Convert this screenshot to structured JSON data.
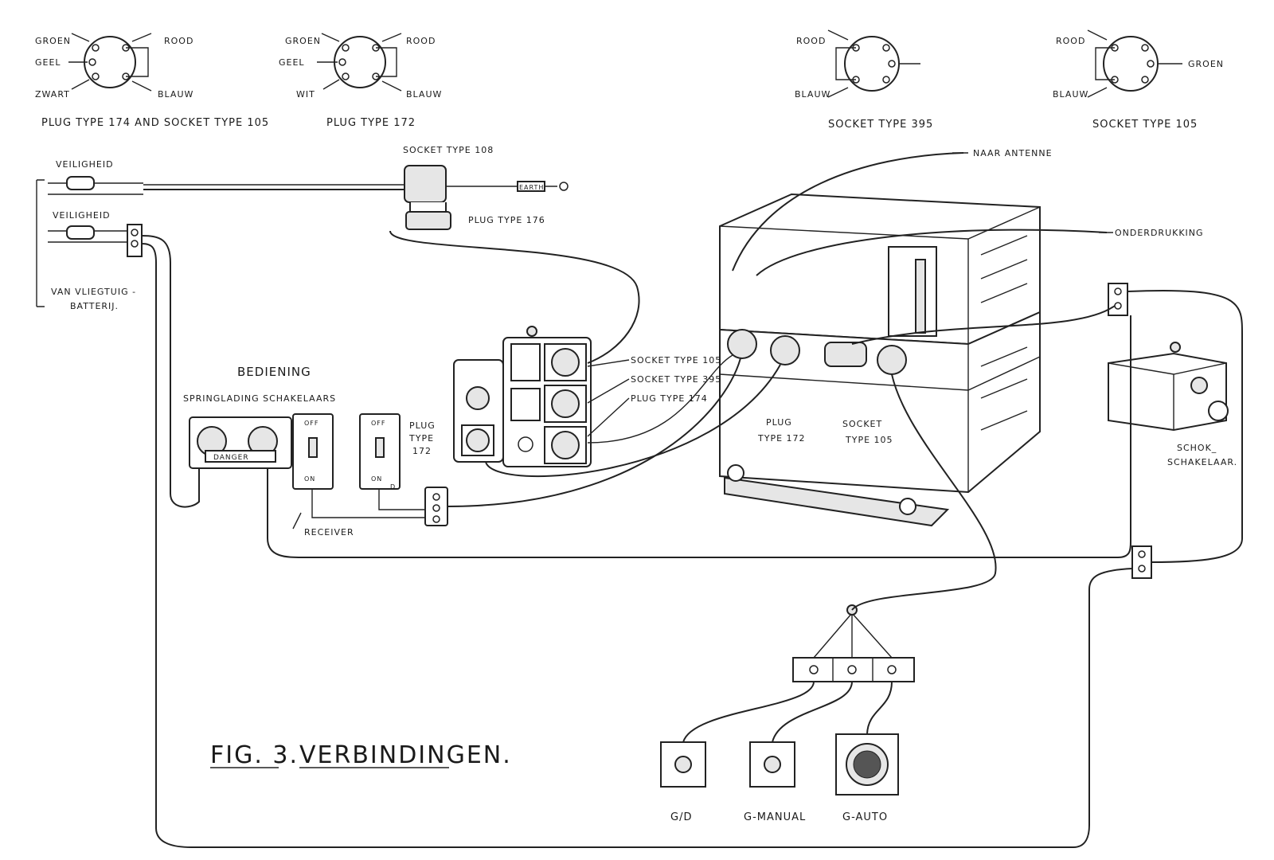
{
  "figure": {
    "title_prefix": "FIG. 3.",
    "title": "VERBINDINGEN."
  },
  "connectors": {
    "plug174": {
      "caption": "PLUG TYPE 174 AND SOCKET TYPE 105",
      "labels": [
        "GROEN",
        "GEEL",
        "ZWART",
        "ROOD",
        "BLAUW"
      ]
    },
    "plug172": {
      "caption": "PLUG TYPE 172",
      "labels": [
        "GROEN",
        "GEEL",
        "WIT",
        "ROOD",
        "BLAUW"
      ]
    },
    "socket395": {
      "caption": "SOCKET TYPE 395",
      "labels": [
        "ROOD",
        "BLAUW"
      ]
    },
    "socket105": {
      "caption": "SOCKET TYPE 105",
      "labels": [
        "ROOD",
        "BLAUW",
        "GROEN"
      ]
    }
  },
  "labels": {
    "veiligheid_1": "VEILIGHEID",
    "veiligheid_2": "VEILIGHEID",
    "battery_line1": "VAN VLIEGTUIG -",
    "battery_line2": "BATTERIJ.",
    "socket108": "SOCKET TYPE 108",
    "plug176": "PLUG TYPE 176",
    "earth": "EARTH",
    "naar_antenne": "NAAR ANTENNE",
    "onderdrukking": "ONDERDRUKKING",
    "bediening": "BEDIENING",
    "springlading": "SPRINGLADING SCHAKELAARS",
    "danger": "DANGER",
    "off_1": "OFF",
    "on_1": "ON",
    "off_2": "OFF",
    "on_2": "ON",
    "d_mark": "D",
    "receiver": "RECEIVER",
    "plug_type_172_left_1": "PLUG",
    "plug_type_172_left_2": "TYPE",
    "plug_type_172_left_3": "172",
    "socket_type_105_cb": "SOCKET TYPE 105",
    "socket_type_395_cb": "SOCKET TYPE 395",
    "plug_type_174_cb": "PLUG TYPE 174",
    "plug_type_172_unit_1": "PLUG",
    "plug_type_172_unit_2": "TYPE 172",
    "socket_type_105_unit_1": "SOCKET",
    "socket_type_105_unit_2": "TYPE 105",
    "schok_1": "SCHOK_",
    "schok_2": "SCHAKELAAR.",
    "gd": "G/D",
    "gmanual": "G-MANUAL",
    "gauto": "G-AUTO"
  }
}
